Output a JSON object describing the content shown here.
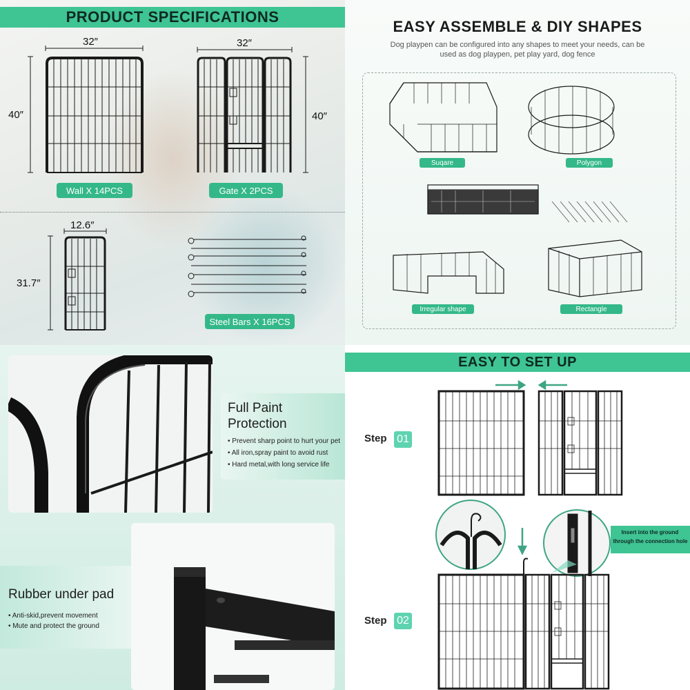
{
  "specs": {
    "title": "PRODUCT SPECIFICATIONS",
    "wall_width": "32″",
    "wall_height": "40″",
    "wall_label": "Wall X 14PCS",
    "gate_width": "32″",
    "gate_height": "40″",
    "gate_label": "Gate X 2PCS",
    "small_width": "12.6″",
    "small_height": "31.7″",
    "bars_label": "Steel Bars X 16PCS"
  },
  "shapes": {
    "title": "EASY ASSEMBLE & DIY SHAPES",
    "subtitle_line1": "Dog playpen can be configured into any shapes to meet your needs, can be",
    "subtitle_line2": "used as dog playpen, pet play yard, dog fence",
    "labels": [
      "Suqare",
      "Polygon",
      "Irregular shape",
      "Rectangle"
    ]
  },
  "paint": {
    "title_line1": "Full Paint",
    "title_line2": "Protection",
    "bullets": [
      "Prevent sharp point to hurt your pet",
      "All iron,spray paint to avoid rust",
      "Hard metal,with long service life"
    ]
  },
  "rubber": {
    "title": "Rubber under pad",
    "bullets": [
      "Anti-skid,prevent movement",
      "Mute and protect the ground"
    ]
  },
  "setup": {
    "title": "EASY TO SET UP",
    "step_word": "Step",
    "step1": "01",
    "step2": "02",
    "note_line1": "Insert into the ground",
    "note_line2": "through the connection hole"
  },
  "colors": {
    "accent": "#3fc494",
    "frame": "#1a1a1a"
  }
}
